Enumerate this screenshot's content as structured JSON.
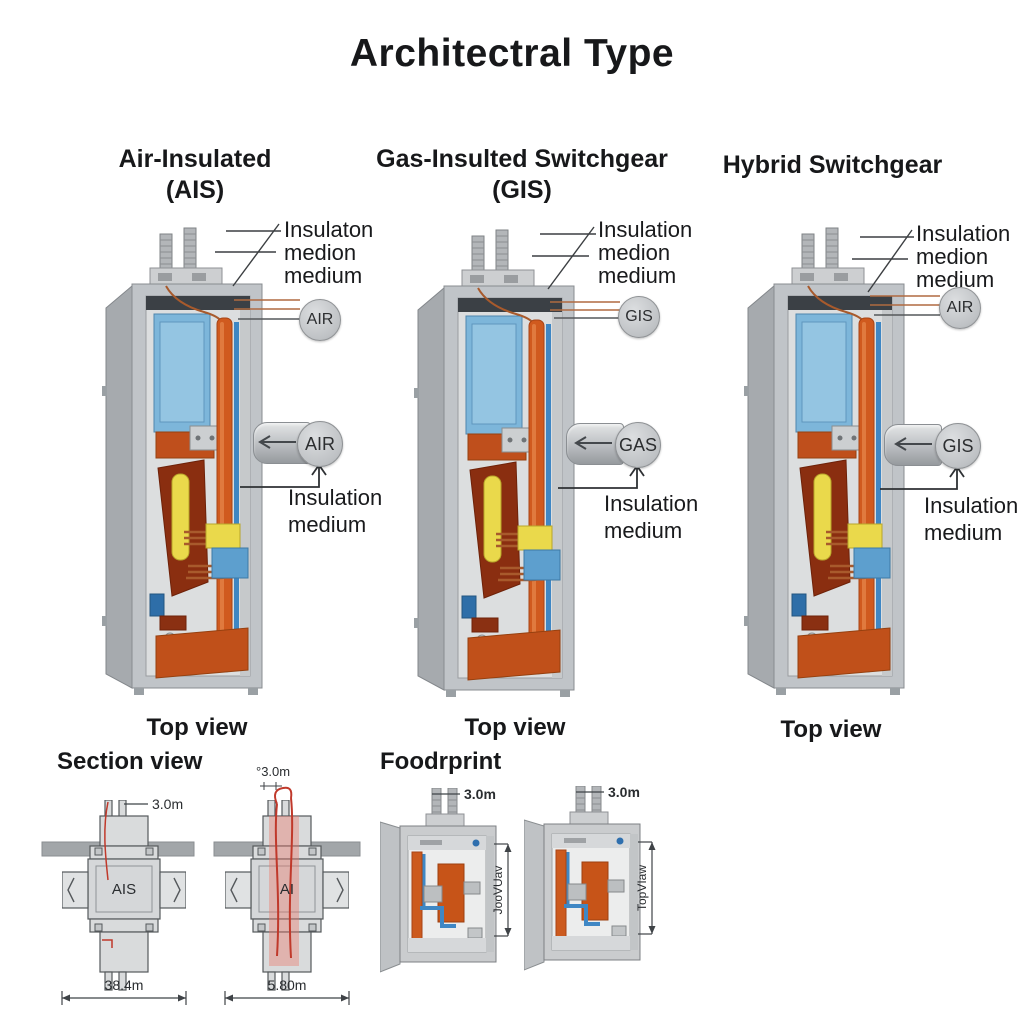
{
  "title": "Architectral Type",
  "columns": [
    {
      "heading1": "Air-Insulated",
      "heading2": "(AIS)",
      "insulation_top": [
        "Insulaton",
        "medion",
        "medium"
      ],
      "top_badge": "AIR",
      "side_badge": "AIR",
      "insulation_side": [
        "Insulation",
        "medium"
      ],
      "view_label": "Top view"
    },
    {
      "heading1": "Gas-Insulted Switchgear",
      "heading2": "(GIS)",
      "insulation_top": [
        "Insulation",
        "medion",
        "medium"
      ],
      "top_badge": "GIS",
      "side_badge": "GAS",
      "insulation_side": [
        "Insulation",
        "medium"
      ],
      "view_label": "Top view"
    },
    {
      "heading1": "Hybrid Switchgear",
      "heading2": "",
      "insulation_top": [
        "Insulation",
        "medion",
        "medium"
      ],
      "top_badge": "AIR",
      "side_badge": "GIS",
      "insulation_side": [
        "Insulation",
        "medium"
      ],
      "view_label": "Top view"
    }
  ],
  "section_view": {
    "label": "Section view",
    "left": {
      "name": "AIS",
      "top_dim": "3.0m",
      "width_dim": "38.4m"
    },
    "right": {
      "name": "AI",
      "top_dim": "°3.0m",
      "width_dim": "5.80m"
    }
  },
  "footprint": {
    "label": "Foodrprint",
    "left": {
      "top_dim": "3.0m",
      "side_label": "JooVUav"
    },
    "right": {
      "top_dim": "3.0m",
      "side_label": "TopVIaw"
    }
  },
  "colors": {
    "accent_orange": "#cc5a1e",
    "accent_blue": "#3f87c4",
    "accent_yellow": "#ead94b",
    "copper": "#a85c30",
    "badge_gray": "#c9cbcd"
  }
}
